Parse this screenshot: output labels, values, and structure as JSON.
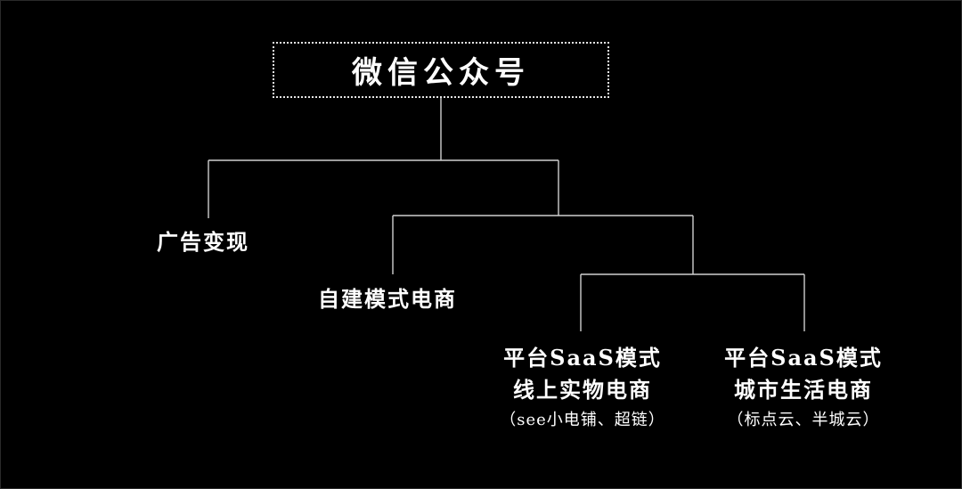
{
  "diagram": {
    "root": {
      "title": "微信公众号"
    },
    "branch_ad": {
      "label": "广告变现"
    },
    "branch_self": {
      "label": "自建模式电商"
    },
    "leaf_physical": {
      "line1": "平台SaaS模式",
      "line2": "线上实物电商",
      "line3": "（see小电铺、超链）"
    },
    "leaf_local": {
      "line1": "平台SaaS模式",
      "line2": "城市生活电商",
      "line3": "（标点云、半城云）"
    }
  },
  "colors": {
    "background": "#000000",
    "text": "#ffffff",
    "connector": "#cfcfcf"
  }
}
